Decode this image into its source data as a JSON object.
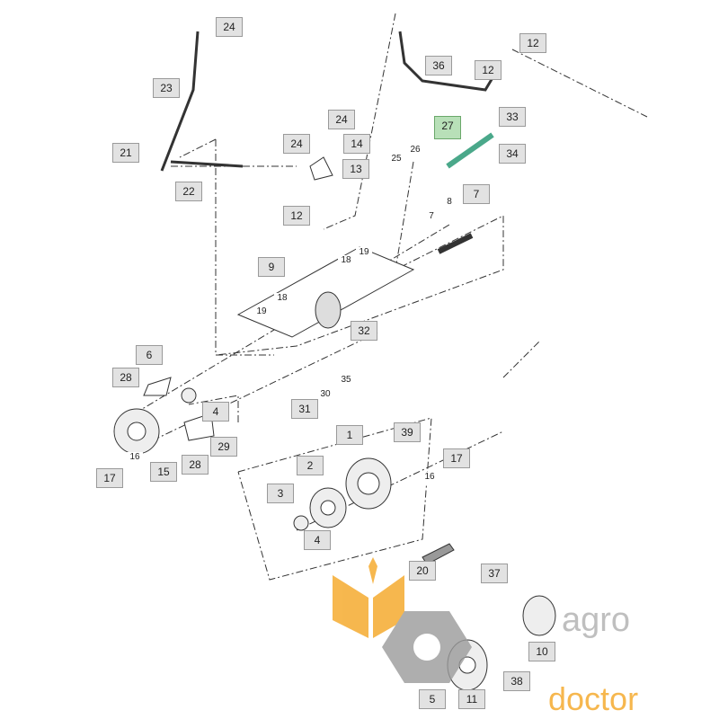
{
  "diagram": {
    "title": "Mower deck drive parts diagram",
    "highlight_color": "#b8e0b8",
    "callouts": [
      "24",
      "23",
      "21",
      "22",
      "24",
      "24",
      "14",
      "13",
      "12",
      "36",
      "12",
      "12",
      "27",
      "33",
      "34",
      "25",
      "26",
      "7",
      "7",
      "8",
      "19",
      "18",
      "9",
      "18",
      "19",
      "32",
      "6",
      "28",
      "4",
      "29",
      "30",
      "35",
      "31",
      "17",
      "16",
      "15",
      "28",
      "39",
      "1",
      "17",
      "16",
      "2",
      "3",
      "4",
      "20",
      "37",
      "10",
      "11",
      "5",
      "38"
    ],
    "highlighted_part": "27"
  },
  "logo": {
    "text_top": "agro",
    "text_bottom": "doctor",
    "colors": {
      "orange": "#f5a623",
      "gray": "#9b9b9b"
    }
  }
}
